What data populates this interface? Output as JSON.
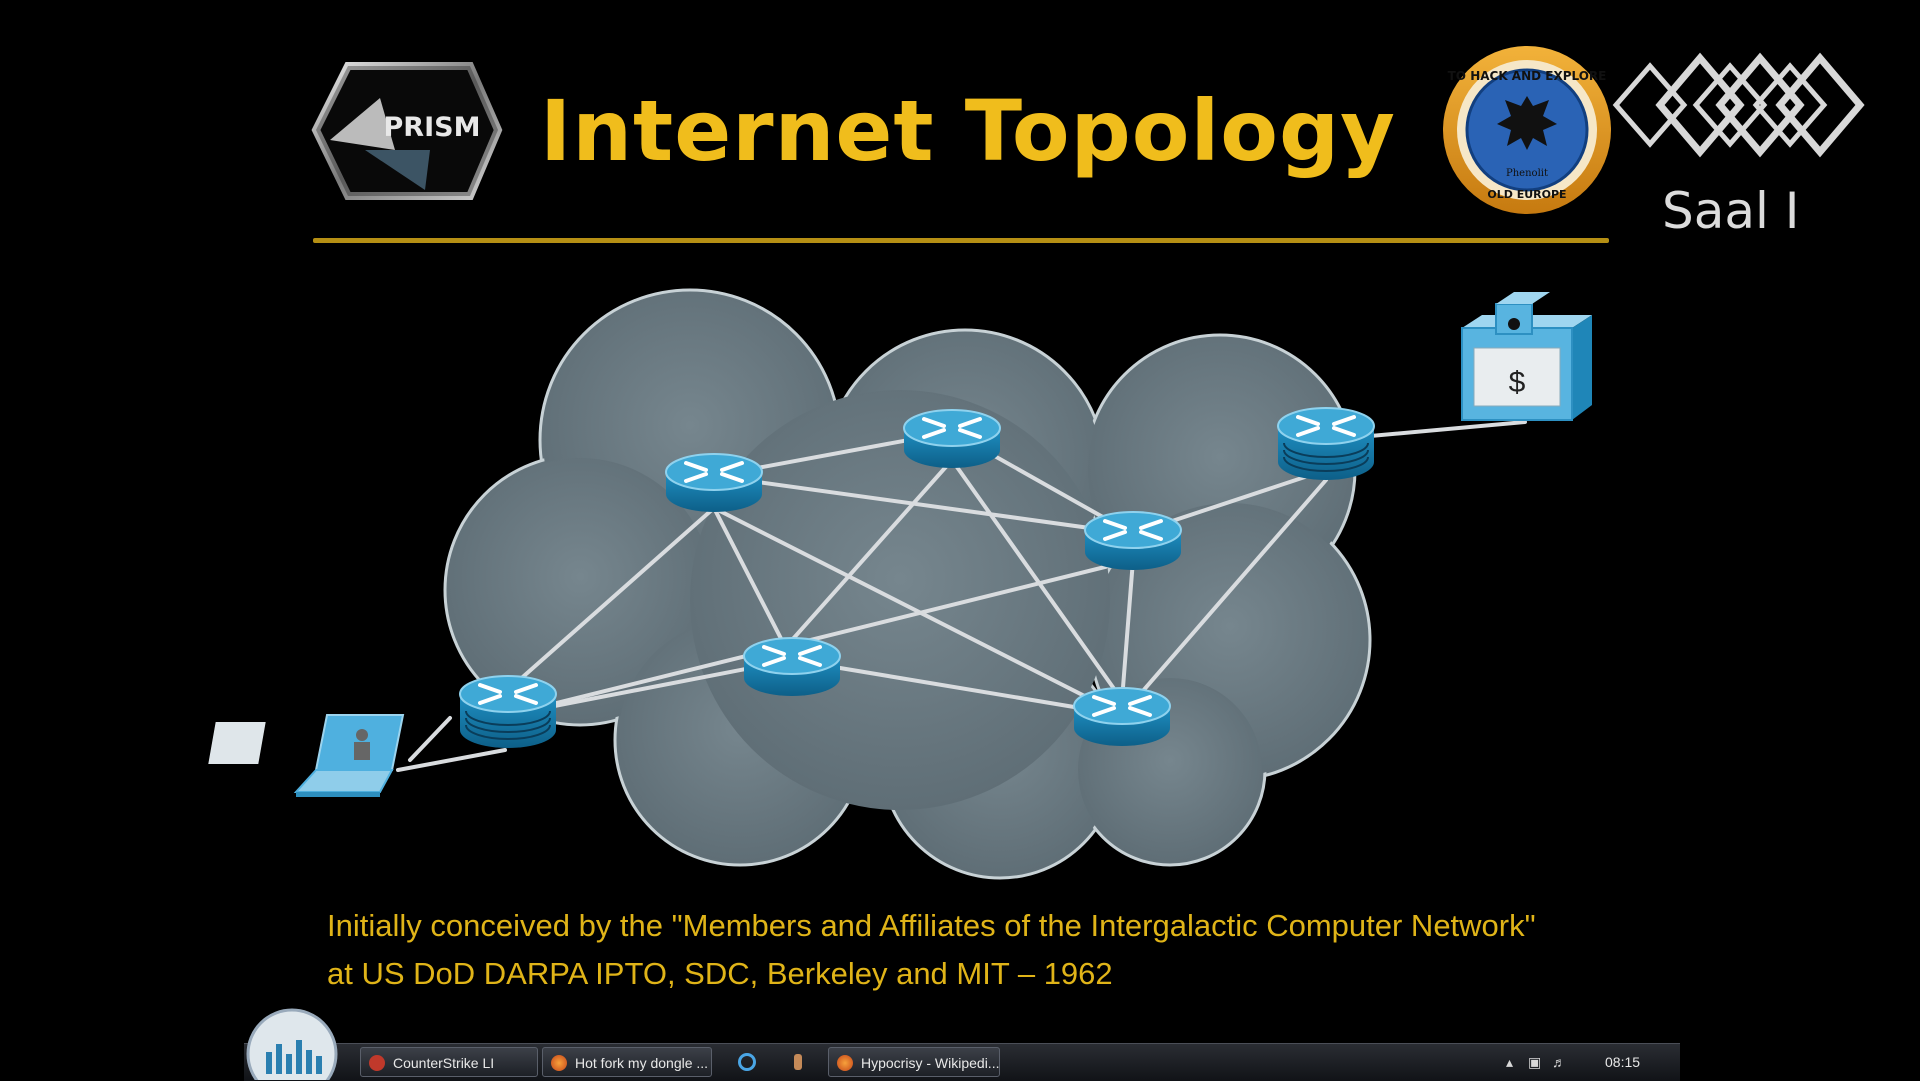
{
  "slide": {
    "title": "Internet Topology",
    "prism_logo_text": "PRISM",
    "seal_top_text": "TO HACK AND EXPLORE",
    "seal_center_text": "Phenolit",
    "seal_bottom_text": "OLD EUROPE",
    "room_label": "Saal I",
    "server_label": "$",
    "caption_line1": "Initially conceived by the \"Members and Affiliates of the Intergalactic Computer Network\"",
    "caption_line2": "at US DoD DARPA IPTO, SDC, Berkeley and MIT – 1962",
    "colors": {
      "title": "#f0bd1c",
      "caption": "#e0b418",
      "cloud": "#6d7c84",
      "router_top": "#3fa9d6",
      "link": "#d9dcdf",
      "server": "#58b4e0"
    }
  },
  "taskbar": {
    "items": [
      {
        "label": "CounterStrike LI",
        "icon": "counterstrike-icon"
      },
      {
        "label": "Hot fork my dongle ...",
        "icon": "firefox-icon"
      },
      {
        "label": "Hypocrisy - Wikipedi...",
        "icon": "firefox-icon"
      }
    ],
    "quicklaunch": [
      "internet-explorer-icon",
      "app-icon"
    ],
    "tray_icons": [
      "show-hidden-icon",
      "network-icon",
      "volume-icon"
    ],
    "clock": "08:15"
  }
}
